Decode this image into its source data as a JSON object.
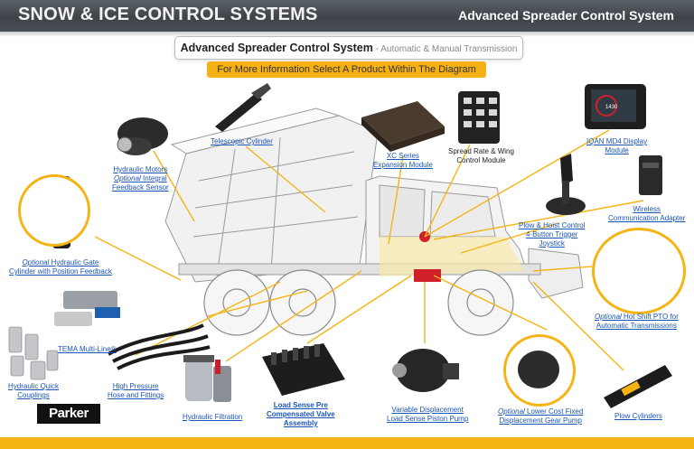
{
  "header": {
    "left_title": "SNOW & ICE CONTROL SYSTEMS",
    "right_title": "Advanced Spreader Control System"
  },
  "title_box": {
    "main": "Advanced Spreader Control System",
    "sub": " - Automatic & Manual Transmission"
  },
  "info_bar": "For More Information Select A Product Within The Diagram",
  "brand": "Parker",
  "display_readout": "1430",
  "products": {
    "hydraulic_motors": {
      "line1": "Hydraulic Motors",
      "line2_em": "Optional",
      "line2": " Integral",
      "line3": "Feedback Sensor"
    },
    "telescopic_cylinder": {
      "label": "Telescopic Cylinder"
    },
    "xc_series": {
      "line1": "XC Series",
      "line2": "Expansion Module"
    },
    "spread_rate": {
      "line1": "Spread Rate & Wing",
      "line2": "Control Module"
    },
    "iqan_md4": {
      "line1": "IQAN MD4 Display",
      "line2": "Module"
    },
    "wireless": {
      "line1": "Wireless",
      "line2": "Communication Adapter"
    },
    "plow_hoist": {
      "line1": "Plow & Hoist Control",
      "line2": "4-Button Trigger",
      "line3": "Joystick"
    },
    "gate_cylinder": {
      "line1_em": "Optional",
      "line1": " Hydraulic Gate",
      "line2": "Cylinder with Position Feedback"
    },
    "hot_shift_pto": {
      "line1_em": "Optional",
      "line1": " Hot Shift PTO for",
      "line2": "Automatic Transmissions"
    },
    "tema": {
      "label": "TEMA Multi-Line®"
    },
    "quick_couplings": {
      "line1": "Hydraulic Quick",
      "line2": "Couplings"
    },
    "high_pressure_hose": {
      "line1": "High Pressure",
      "line2": "Hose and Fittings"
    },
    "filtration": {
      "label": "Hydraulic Filtration"
    },
    "load_sense_valve": {
      "line1": "Load Sense Pre",
      "line2": "Compensated Valve",
      "line3": "Assembly"
    },
    "piston_pump": {
      "line1": "Variable Displacement",
      "line2": "Load Sense Piston Pump"
    },
    "gear_pump": {
      "line1_em": "Optional",
      "line1": " Lower Cost Fixed",
      "line2": "Displacement Gear Pump"
    },
    "plow_cylinders": {
      "label": "Plow Cylinders"
    }
  },
  "colors": {
    "accent": "#f5b414",
    "link": "#1a55b8",
    "header": "#464b51"
  }
}
